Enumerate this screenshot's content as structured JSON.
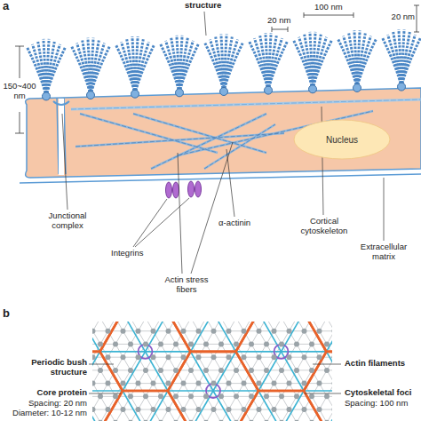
{
  "diagram": {
    "nodes": [
      {
        "text": [
          "Nucleus"
        ]
      }
    ],
    "labels": [
      "a",
      "structure",
      "20 nm",
      "100 nm",
      "20 nm",
      "150~400 nm",
      "Junctional complex",
      "α-actinin",
      "Cortical cytoskeleton",
      "Extracellular matrix",
      "Integrins",
      "Actin stress fibers",
      "b",
      "Periodic bush structure",
      "Actin filaments",
      "Core protein",
      "Spacing: 20 nm",
      "Diameter: 10-12 nm",
      "Cytoskeletal foci",
      "Spacing: 100 nm"
    ]
  }
}
